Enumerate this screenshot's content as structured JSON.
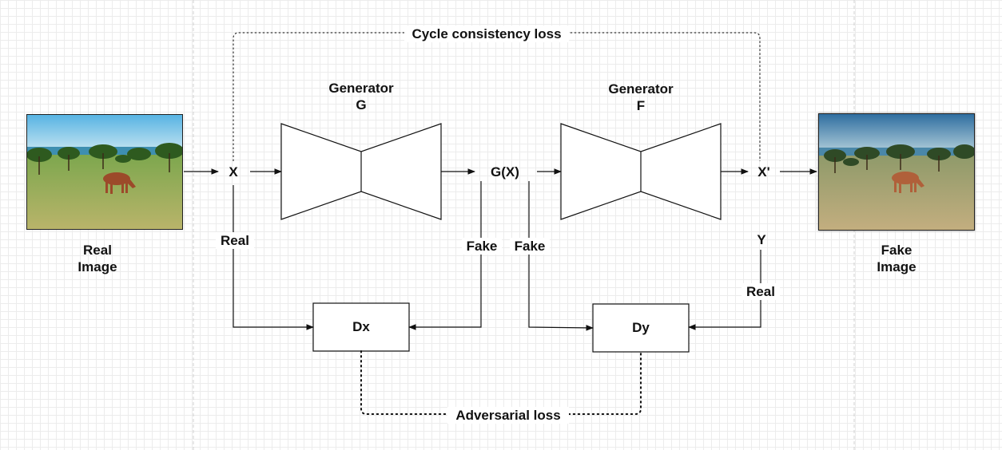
{
  "diagram": {
    "real_image_label": "Real\nImage",
    "fake_image_label": "Fake\nImage",
    "node_x": "X",
    "node_gx": "G(X)",
    "node_xprime": "X'",
    "node_y": "Y",
    "generator_g_title": "Generator",
    "generator_g_name": "G",
    "generator_f_title": "Generator",
    "generator_f_name": "F",
    "dx_label": "Dx",
    "dy_label": "Dy",
    "edge_real_x": "Real",
    "edge_fake_dx": "Fake",
    "edge_fake_dy": "Fake",
    "edge_real_y": "Real",
    "cycle_loss": "Cycle consistency loss",
    "adversarial_loss": "Adversarial loss"
  },
  "colors": {
    "line": "#111111",
    "sky": "#2e86c1",
    "grass": "#b7b35e",
    "horse": "#9c4a2a"
  }
}
